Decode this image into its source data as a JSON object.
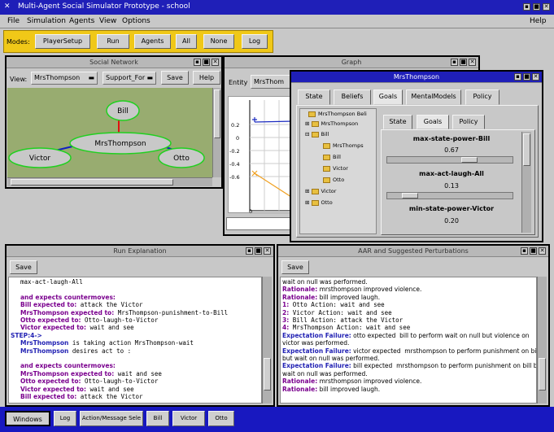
{
  "app": {
    "title": "Multi-Agent Social Simulator Prototype - school",
    "menu": [
      "File",
      "Simulation",
      "Agents",
      "View",
      "Options"
    ],
    "help": "Help"
  },
  "modes": {
    "label": "Modes:",
    "buttons": [
      "PlayerSetup",
      "Run",
      "Agents",
      "All",
      "None",
      "Log"
    ]
  },
  "social_network": {
    "title": "Social Network",
    "view_label": "View:",
    "view_value": "MrsThompson",
    "filter_value": "Support_For",
    "save": "Save",
    "help": "Help",
    "nodes": [
      "Bill",
      "MrsThompson",
      "Victor",
      "Otto"
    ]
  },
  "graph": {
    "title": "Graph",
    "entity_label": "Entity",
    "entity_value": "MrsThom",
    "ticks": [
      "0.2",
      "0",
      "-0.2",
      "-0.4",
      "-0.6"
    ],
    "xtick": "0"
  },
  "mrs_thompson": {
    "title": "MrsThompson",
    "tabs": [
      "State",
      "Beliefs",
      "Goals",
      "MentalModels",
      "Policy"
    ],
    "tree": [
      "MrsThompson Beli",
      "MrsThompson",
      "Bill",
      "MrsThomps",
      "Bill",
      "Victor",
      "Otto",
      "Victor",
      "Otto"
    ],
    "subtabs": [
      "State",
      "Goals",
      "Policy"
    ],
    "goals": [
      {
        "name": "max-state-power-Bill",
        "value": "0.67",
        "level": 0.67
      },
      {
        "name": "max-act-laugh-All",
        "value": "0.13",
        "level": 0.13
      },
      {
        "name": "min-state-power-Victor",
        "value": "0.20",
        "level": 0.2
      }
    ]
  },
  "run_explanation": {
    "title": "Run Explanation",
    "save": "Save",
    "lines": [
      {
        "label": "",
        "text": "max-act-laugh-All"
      },
      {
        "label": "",
        "text": ""
      },
      {
        "label": "and expects countermoves:",
        "text": ""
      },
      {
        "label": "Bill expected to:",
        "text": " attack the Victor"
      },
      {
        "label": "MrsThompson expected to:",
        "text": " MrsThompson-punishment-to-Bill"
      },
      {
        "label": "Otto expected to:",
        "text": " Otto-laugh-to-Victor"
      },
      {
        "label": "Victor expected to:",
        "text": " wait and see"
      },
      {
        "label": "STEP:4->",
        "text": ""
      },
      {
        "label": "MrsThompson",
        "text": " is taking action MrsThompson-wait"
      },
      {
        "label": "MrsThompson",
        "text": " desires act to :"
      },
      {
        "label": "",
        "text": ""
      },
      {
        "label": "and expects countermoves:",
        "text": ""
      },
      {
        "label": "MrsThompson expected to:",
        "text": " wait and see"
      },
      {
        "label": "Otto expected to:",
        "text": " Otto-laugh-to-Victor"
      },
      {
        "label": "Victor expected to:",
        "text": " wait and see"
      },
      {
        "label": "Bill expected to:",
        "text": " attack the Victor"
      }
    ]
  },
  "aar": {
    "title": "AAR and Suggested Perturbations",
    "save": "Save",
    "lines": [
      {
        "label": "",
        "text": "wait on null was performed."
      },
      {
        "label": "Rationale:",
        "text": " mrsthompson improved violence."
      },
      {
        "label": "Rationale:",
        "text": " bill improved laugh."
      },
      {
        "label": "1:",
        "text": " Otto Action: wait and see"
      },
      {
        "label": "2:",
        "text": " Victor Action: wait and see"
      },
      {
        "label": "3:",
        "text": " Bill Action: attack the Victor"
      },
      {
        "label": "4:",
        "text": " MrsThompson Action: wait and see"
      },
      {
        "label": "Expectation Failure:",
        "text": " otto expected  bill to perform wait on null but violence on"
      },
      {
        "label": "",
        "text": "victor was performed."
      },
      {
        "label": "Expectation Failure:",
        "text": " victor expected  mrsthompson to perform punishment on bill"
      },
      {
        "label": "",
        "text": "but wait on null was performed."
      },
      {
        "label": "Expectation Failure:",
        "text": " bill expected  mrsthompson to perform punishment on bill but"
      },
      {
        "label": "",
        "text": "wait on null was performed."
      },
      {
        "label": "Rationale:",
        "text": " mrsthompson improved violence."
      },
      {
        "label": "Rationale:",
        "text": " bill improved laugh."
      }
    ]
  },
  "taskbar": {
    "items": [
      "Windows",
      "Log",
      "Action/Message Sele",
      "Bill",
      "Victor",
      "Otto"
    ]
  },
  "colors": {
    "title_active": "#1f1fb8",
    "modes_bar": "#f0c818",
    "network_bg": "#98ac70",
    "node_fill": "#c8c8c8",
    "node_border": "#20d020",
    "taskbar": "#1818c0",
    "label_purple": "#7a008e",
    "label_blue": "#2323b4"
  }
}
